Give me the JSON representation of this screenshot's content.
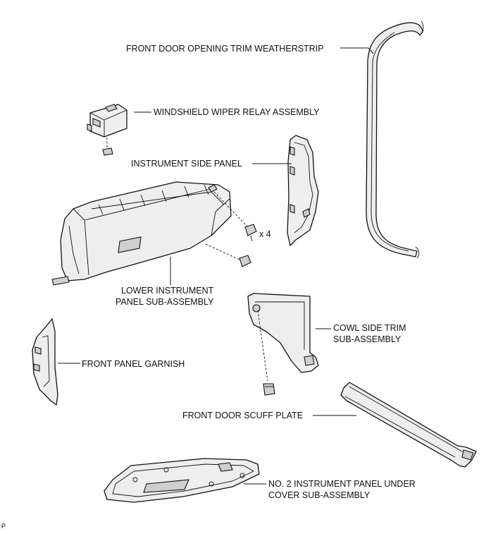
{
  "labels": {
    "weatherstrip": "FRONT DOOR OPENING TRIM WEATHERSTRIP",
    "wiper_relay": "WINDSHIELD WIPER RELAY ASSEMBLY",
    "side_panel": "INSTRUMENT SIDE PANEL",
    "qty": "x 4",
    "lower_panel_line1": "LOWER INSTRUMENT",
    "lower_panel_line2": "PANEL SUB-ASSEMBLY",
    "cowl_line1": "COWL SIDE TRIM",
    "cowl_line2": "SUB-ASSEMBLY",
    "garnish": "FRONT PANEL GARNISH",
    "scuff_plate": "FRONT DOOR SCUFF PLATE",
    "under_cover_line1": "NO. 2 INSTRUMENT PANEL UNDER",
    "under_cover_line2": "COVER SUB-ASSEMBLY",
    "corner_mark": "P"
  }
}
